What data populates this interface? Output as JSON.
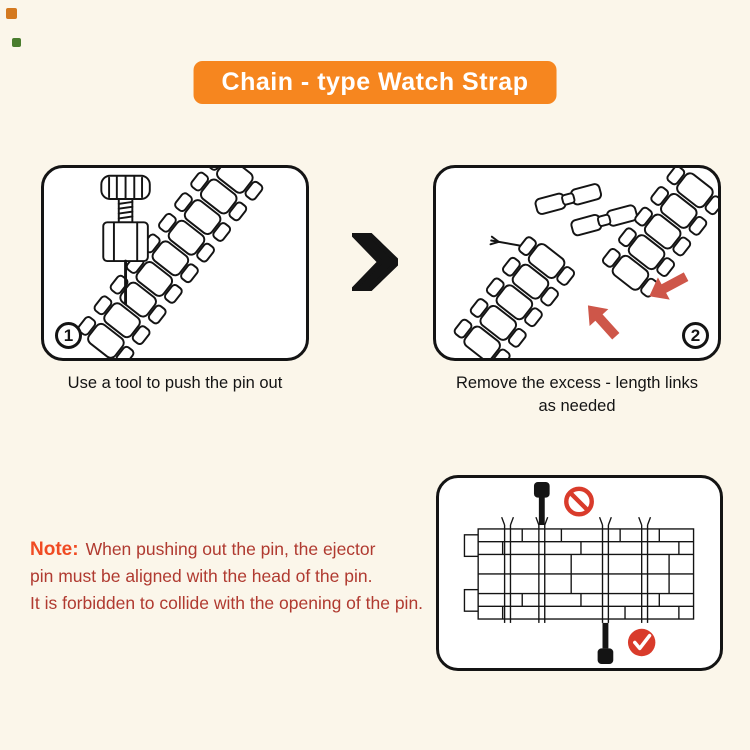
{
  "banner": {
    "label": "Chain - type Watch Strap"
  },
  "steps": [
    {
      "number": "1",
      "caption": "Use a tool to push the pin out"
    },
    {
      "number": "2",
      "caption_line1": "Remove the excess - length links",
      "caption_line2": "as needed"
    }
  ],
  "note": {
    "label": "Note:",
    "line1": "When pushing out the pin, the ejector",
    "line2": "pin must be aligned with the head of the pin.",
    "line3": "It is forbidden to collide with the opening of the pin."
  },
  "icons": {
    "next_step_arrow": "black chevron right",
    "prohibition": "red no-entry circle with slash",
    "checkmark": "red circle with check",
    "direction_arrows": "red solid arrows pointing at removed links"
  },
  "colors": {
    "page-bg": "#FBF6EA",
    "banner-bg": "#F6861F",
    "banner-text": "#FFFFFF",
    "ink": "#141414",
    "note-label": "#F04B23",
    "note-text": "#B03A30",
    "arrow-red": "#CE5649",
    "sign-red": "#D93B2B"
  }
}
